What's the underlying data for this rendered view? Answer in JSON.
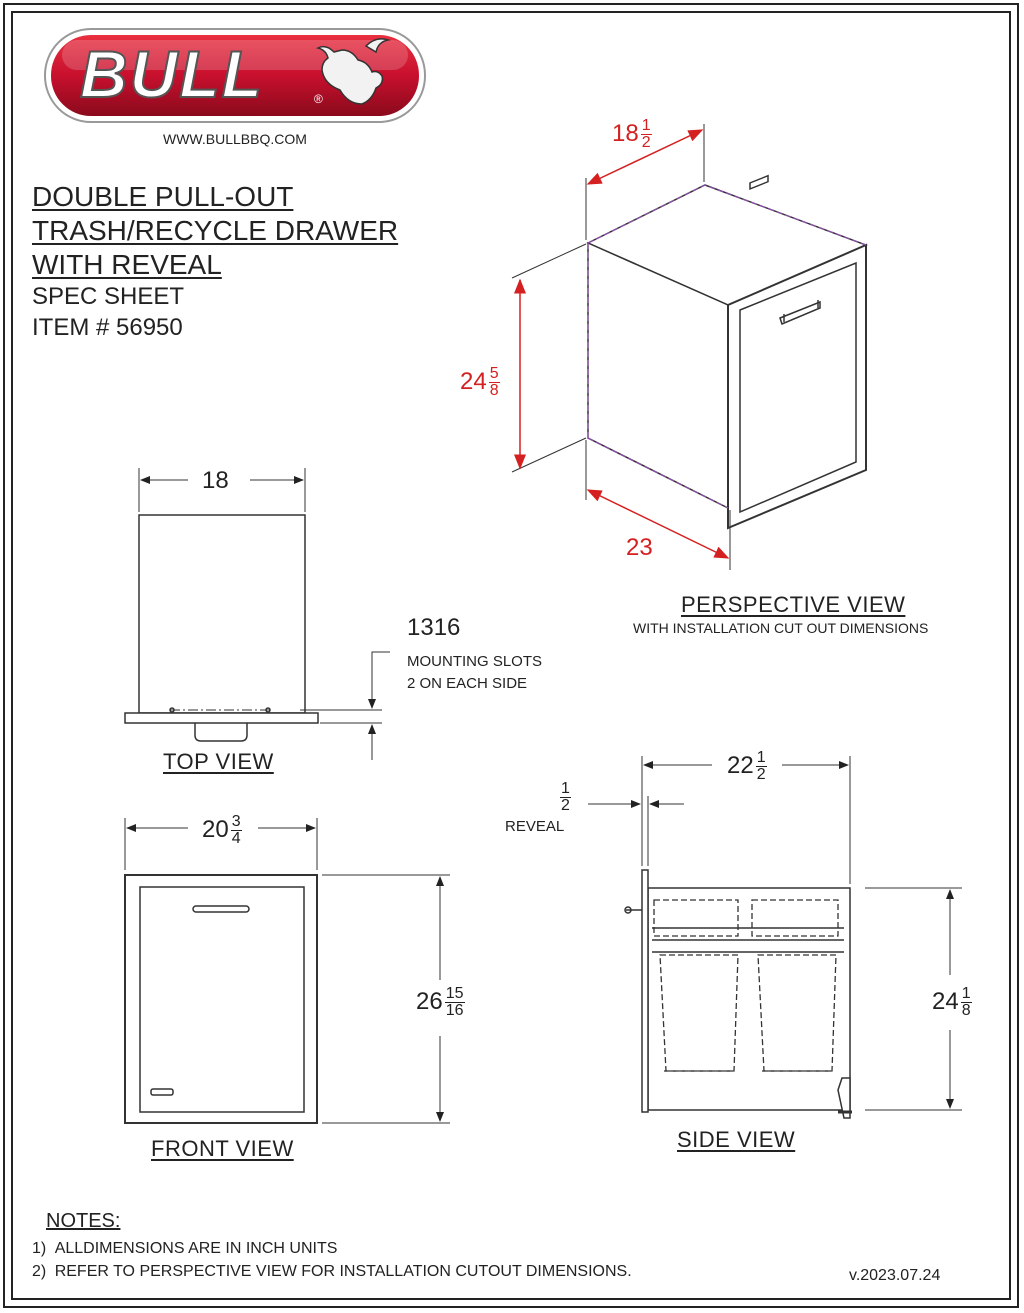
{
  "logo": {
    "text": "BULL",
    "registered": "®",
    "url": "WWW.BULLBBQ.COM",
    "colors": {
      "red": "#c8102e",
      "silver": "#c0c0c0"
    }
  },
  "title": {
    "line1": "DOUBLE PULL-OUT",
    "line2": "TRASH/RECYCLE DRAWER",
    "line3": "WITH REVEAL"
  },
  "spec": {
    "line1": "SPEC SHEET",
    "line2": "ITEM # 56950"
  },
  "perspective": {
    "label": "PERSPECTIVE VIEW",
    "sublabel": "WITH INSTALLATION CUT OUT DIMENSIONS",
    "width_whole": "18",
    "width_num": "1",
    "width_den": "2",
    "height_whole": "24",
    "height_num": "5",
    "height_den": "8",
    "depth": "23",
    "dim_color": "#d42020"
  },
  "top_view": {
    "label": "TOP VIEW",
    "width": "18",
    "slot_dim": "1316",
    "slot_note1": "MOUNTING SLOTS",
    "slot_note2": "2 ON EACH SIDE"
  },
  "front_view": {
    "label": "FRONT VIEW",
    "width_whole": "20",
    "width_num": "3",
    "width_den": "4",
    "height_whole": "26",
    "height_num": "15",
    "height_den": "16"
  },
  "side_view": {
    "label": "SIDE VIEW",
    "depth_whole": "22",
    "depth_num": "1",
    "depth_den": "2",
    "reveal_num": "1",
    "reveal_den": "2",
    "reveal_label": "REVEAL",
    "height_whole": "24",
    "height_num": "1",
    "height_den": "8"
  },
  "notes": {
    "heading": "NOTES:",
    "items": [
      {
        "num": "1)",
        "text": "ALLDIMENSIONS ARE IN INCH UNITS"
      },
      {
        "num": "2)",
        "text": "REFER TO PERSPECTIVE VIEW FOR INSTALLATION CUTOUT DIMENSIONS."
      }
    ]
  },
  "version": "v.2023.07.24"
}
